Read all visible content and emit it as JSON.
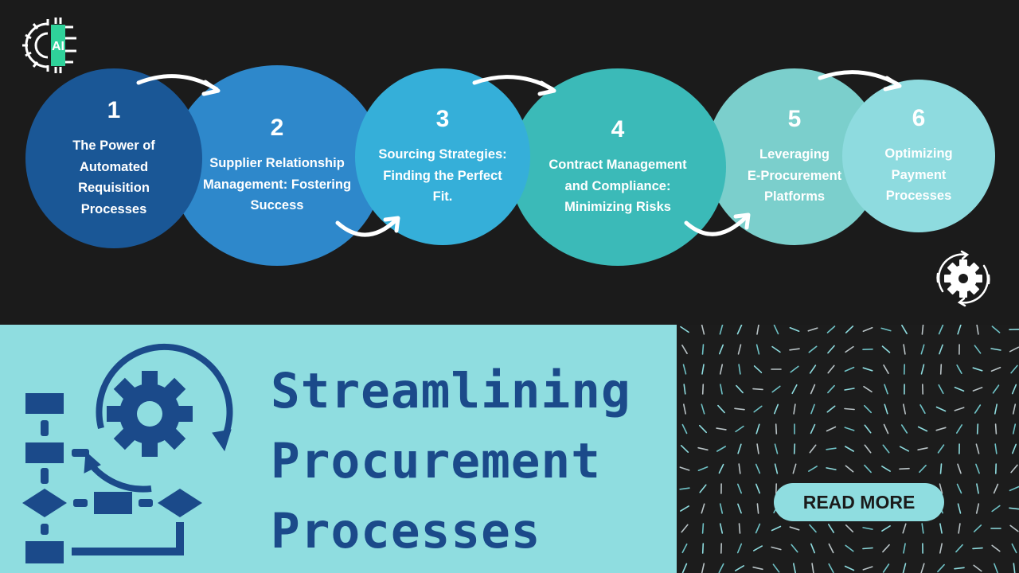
{
  "steps": [
    {
      "number": "1",
      "lines": [
        "The Power of",
        "Automated",
        "Requisition",
        "Processes"
      ],
      "color": "#1a5796"
    },
    {
      "number": "2",
      "lines": [
        "Supplier Relationship",
        "Management: Fostering",
        "Success"
      ],
      "color": "#2e88cb"
    },
    {
      "number": "3",
      "lines": [
        "Sourcing Strategies:",
        "Finding the Perfect",
        "Fit."
      ],
      "color": "#35afd9"
    },
    {
      "number": "4",
      "lines": [
        "Contract Management",
        "and Compliance:",
        "Minimizing Risks"
      ],
      "color": "#3bbab8"
    },
    {
      "number": "5",
      "lines": [
        "Leveraging",
        "E-Procurement",
        "Platforms"
      ],
      "color": "#7bcfcc"
    },
    {
      "number": "6",
      "lines": [
        "Optimizing",
        "Payment",
        "Processes"
      ],
      "color": "#8edbdf"
    }
  ],
  "logo": {
    "icon": "ai-chip-gear-logo",
    "text": "AI"
  },
  "gear_badge_icon": "gear-cycle-icon",
  "title_lines": [
    "Streamlining",
    "Procurement",
    "Processes"
  ],
  "read_more_label": "READ MORE",
  "colors": {
    "background": "#1b1b1b",
    "panel": "#8fdde0",
    "title": "#1b4a8a"
  }
}
